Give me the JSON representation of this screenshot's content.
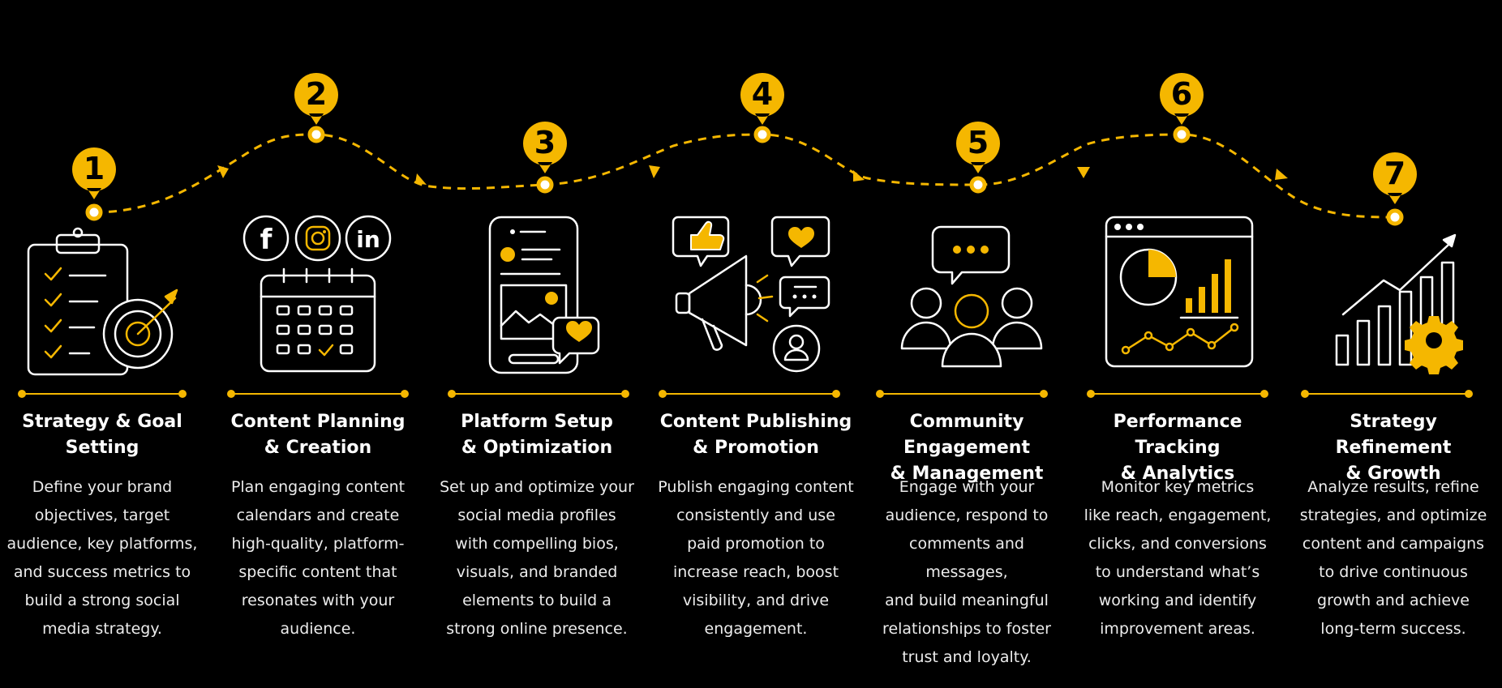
{
  "colors": {
    "accent": "#f5b700",
    "background": "#000000",
    "text": "#ffffff"
  },
  "steps": [
    {
      "number": "1",
      "title": "Strategy & Goal\nSetting",
      "description": "Define your brand\nobjectives, target\naudience, key platforms,\nand success metrics to\nbuild a strong social\nmedia strategy.",
      "icon": "clipboard-target-icon"
    },
    {
      "number": "2",
      "title": "Content Planning\n& Creation",
      "description": "Plan engaging content\ncalendars and create\nhigh-quality, platform-\nspecific content that\nresonates with your\naudience.",
      "icon": "calendar-social-icon"
    },
    {
      "number": "3",
      "title": "Platform Setup\n& Optimization",
      "description": "Set up and optimize your\nsocial media profiles\nwith compelling bios,\nvisuals, and branded\nelements to build a\nstrong online presence.",
      "icon": "phone-profile-icon"
    },
    {
      "number": "4",
      "title": "Content Publishing\n& Promotion",
      "description": "Publish engaging content\nconsistently and use\npaid promotion to\nincrease reach, boost\nvisibility, and drive\nengagement.",
      "icon": "megaphone-icon"
    },
    {
      "number": "5",
      "title": "Community Engagement\n& Management",
      "description": "Engage with your\naudience, respond to\ncomments and messages,\nand build meaningful\nrelationships to foster\ntrust and loyalty.",
      "icon": "community-icon"
    },
    {
      "number": "6",
      "title": "Performance Tracking\n& Analytics",
      "description": "Monitor key metrics\nlike reach, engagement,\nclicks, and conversions\nto understand what’s\nworking and identify\nimprovement areas.",
      "icon": "analytics-dashboard-icon"
    },
    {
      "number": "7",
      "title": "Strategy Refinement\n& Growth",
      "description": "Analyze results, refine\nstrategies, and optimize\ncontent and campaigns\nto drive continuous\ngrowth and achieve\nlong-term success.",
      "icon": "growth-gear-icon"
    }
  ],
  "social_labels": {
    "facebook": "f",
    "linkedin": "in"
  }
}
